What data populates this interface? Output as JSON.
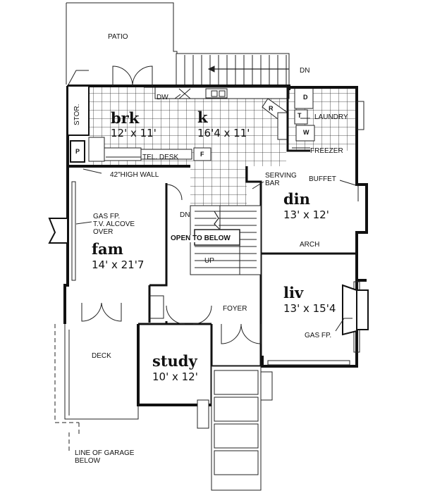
{
  "labels": {
    "patio": "PATIO",
    "dn_top": "DN",
    "dw": "DW",
    "stor": "STOR.",
    "laundry": "LAUNDRY",
    "freezer": "FREEZER",
    "tel_desk": "TEL. DESK",
    "high_wall": "42\"HIGH WALL",
    "serving_bar": "SERVING\nBAR",
    "buffet": "BUFFET",
    "gas_fp_fam": "GAS FP.\nT.V. ALCOVE\nOVER",
    "dn_stair": "DN",
    "open_to_below": "OPEN TO BELOW",
    "up": "UP",
    "arch": "ARCH",
    "foyer": "FOYER",
    "gas_fp_liv": "GAS FP.",
    "deck": "DECK",
    "garage_line": "LINE OF GARAGE\nBELOW",
    "letter_p": "P",
    "letter_f": "F",
    "letter_r": "R",
    "letter_d": "D",
    "letter_t": "T",
    "letter_w": "W"
  },
  "rooms": {
    "brk": {
      "name": "brk",
      "dim": "12' x 11'"
    },
    "kitchen": {
      "name": "k",
      "dim": "16'4 x 11'"
    },
    "din": {
      "name": "din",
      "dim": "13' x 12'"
    },
    "fam": {
      "name": "fam",
      "dim": "14' x 21'7"
    },
    "liv": {
      "name": "liv",
      "dim": "13' x 15'4"
    },
    "study": {
      "name": "study",
      "dim": "10' x 12'"
    }
  }
}
